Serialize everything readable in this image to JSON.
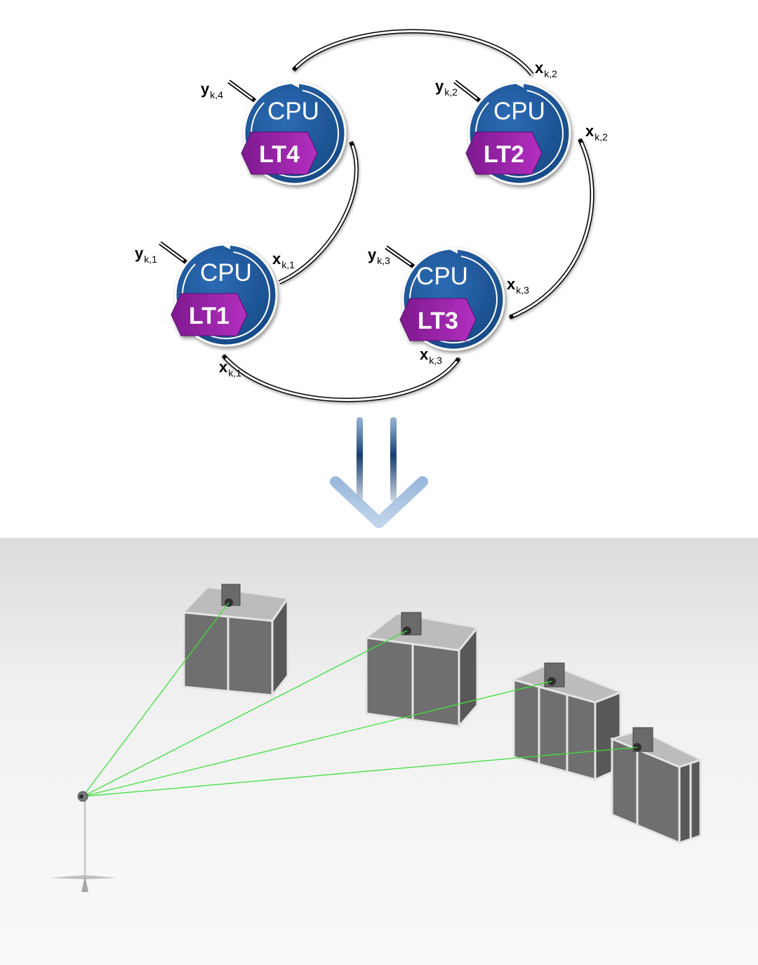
{
  "nodes": [
    {
      "id": "node-lt4",
      "cpu_label": "CPU",
      "lt_label": "LT4",
      "input_var": "y",
      "input_sub": "k,4"
    },
    {
      "id": "node-lt2",
      "cpu_label": "CPU",
      "lt_label": "LT2",
      "input_var": "y",
      "input_sub": "k,2"
    },
    {
      "id": "node-lt1",
      "cpu_label": "CPU",
      "lt_label": "LT1",
      "input_var": "y",
      "input_sub": "k,1"
    },
    {
      "id": "node-lt3",
      "cpu_label": "CPU",
      "lt_label": "LT3",
      "input_var": "y",
      "input_sub": "k,3"
    }
  ],
  "edge_labels": [
    {
      "var": "x",
      "sub": "k,2"
    },
    {
      "var": "x",
      "sub": "k,2"
    },
    {
      "var": "x",
      "sub": "k,1"
    },
    {
      "var": "x",
      "sub": "k,3"
    },
    {
      "var": "x",
      "sub": "k,1"
    },
    {
      "var": "x",
      "sub": "k,3"
    }
  ],
  "colors": {
    "cpu_circle": "#1f5a9e",
    "lt_hexagon": "#9a1fa8",
    "laser_beam": "#3ee03e",
    "box_panel": "#6b6b6b",
    "box_frame": "#dcdcdc",
    "arrow_blue": "#1b3f70"
  }
}
